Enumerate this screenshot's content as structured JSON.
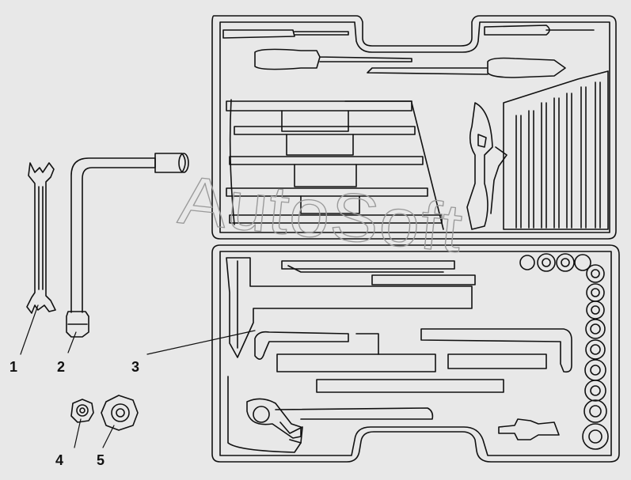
{
  "diagram": {
    "watermark": "AutoSoft",
    "callouts": [
      {
        "id": "1",
        "label": "1"
      },
      {
        "id": "2",
        "label": "2"
      },
      {
        "id": "3",
        "label": "3"
      },
      {
        "id": "4",
        "label": "4"
      },
      {
        "id": "5",
        "label": "5"
      }
    ]
  },
  "colors": {
    "background": "#e8e8e8",
    "line": "#111111",
    "watermark": "#9a9a9a"
  }
}
